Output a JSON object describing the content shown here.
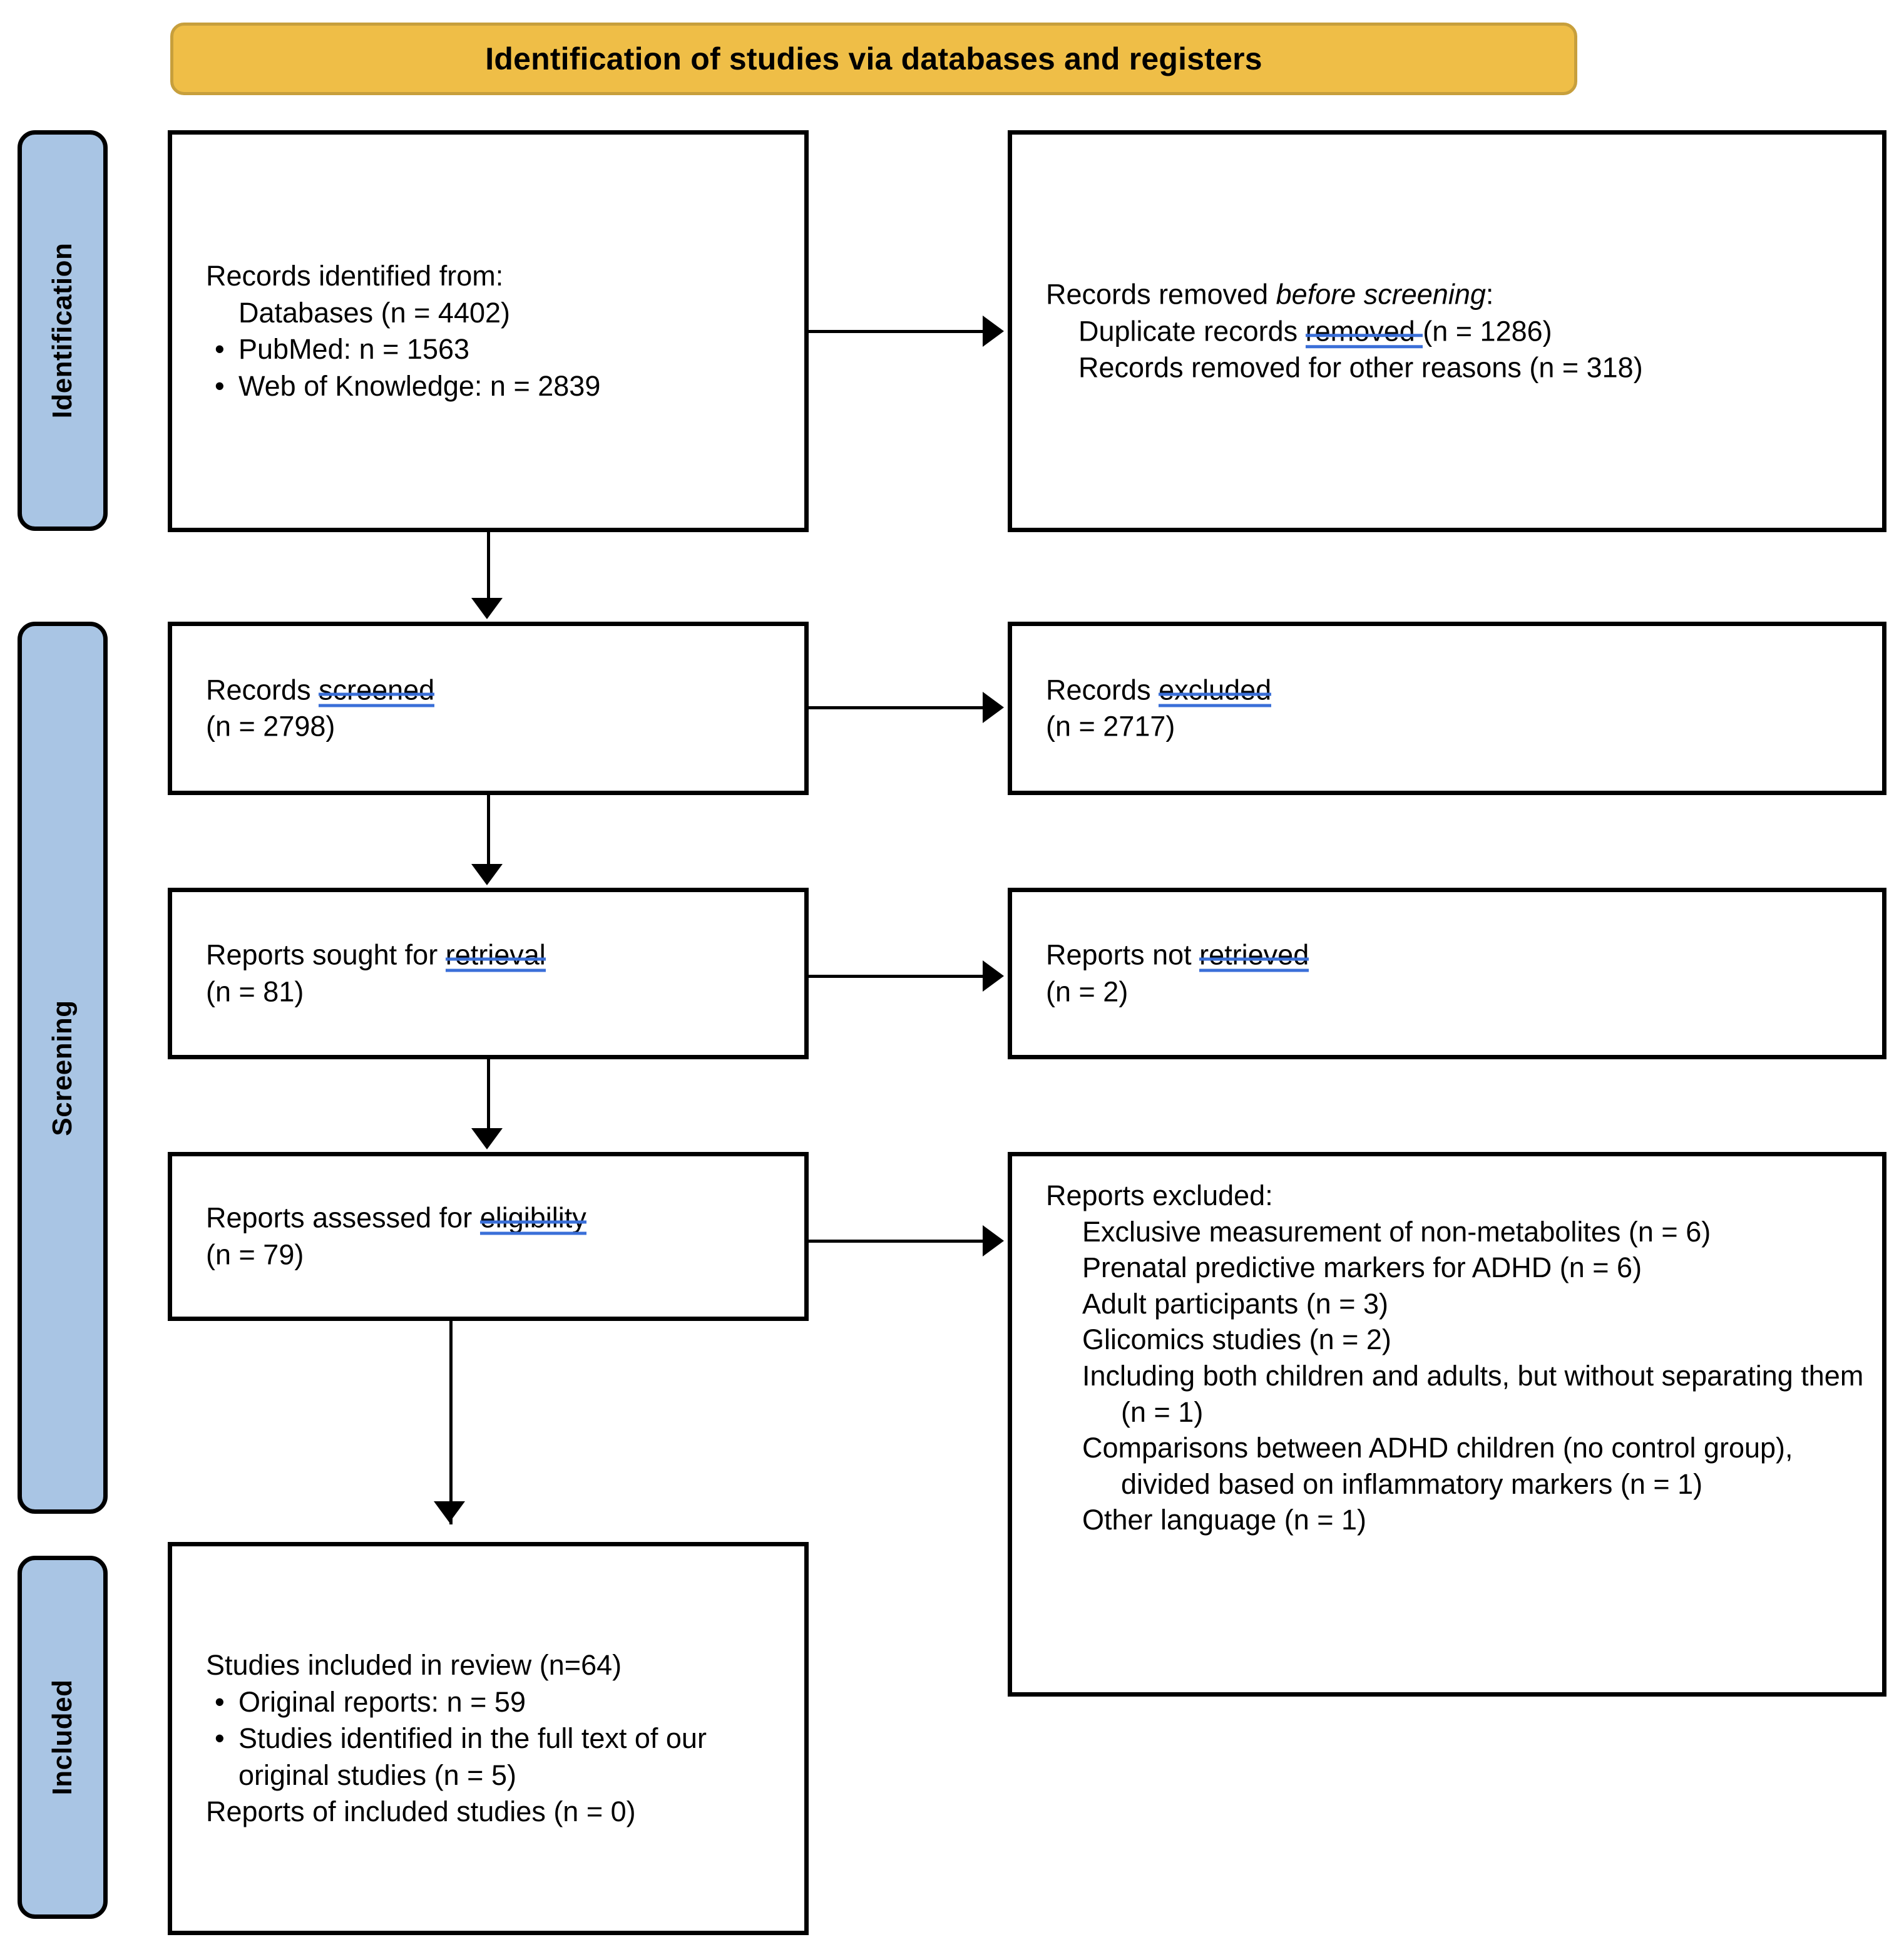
{
  "header": {
    "title": "Identification of studies via databases and registers",
    "fill_color": "#EFBE47",
    "border_color": "#C79F3C"
  },
  "rails": {
    "fill_color": "#A9C5E4",
    "items": [
      {
        "label": "Identification"
      },
      {
        "label": "Screening"
      },
      {
        "label": "Included"
      }
    ]
  },
  "spellcheck_underline_color": "#3A6FD8",
  "boxes": {
    "identified": {
      "line1": "Records identified from:",
      "line2": "Databases (n = 4402)",
      "bullet1": "PubMed: n = 1563",
      "bullet2": "Web of Knowledge: n = 2839",
      "bullet_glyph": "•"
    },
    "removed": {
      "line1_a": "Records removed ",
      "line1_b": "before screening",
      "line1_c": ":",
      "line2_a": "Duplicate records ",
      "line2_b": "removed ",
      "line2_c": "(n = 1286)",
      "line3": "Records removed for other reasons (n = 318)"
    },
    "screened": {
      "line1_a": "Records ",
      "line1_b": "screened",
      "line2": "(n = 2798)"
    },
    "excluded": {
      "line1_a": "Records ",
      "line1_b": "excluded",
      "line2": "(n = 2717)"
    },
    "sought": {
      "line1_a": "Reports sought for ",
      "line1_b": "retrieval",
      "line2": "(n = 81)"
    },
    "not_retrieved": {
      "line1_a": "Reports not ",
      "line1_b": "retrieved",
      "line2": "(n = 2)"
    },
    "assessed": {
      "line1_a": "Reports assessed for ",
      "line1_b": "eligibility",
      "line2": "(n = 79)"
    },
    "reports_excluded": {
      "heading": "Reports excluded:",
      "reasons": [
        "Exclusive measurement of non-metabolites (n = 6)",
        "Prenatal predictive markers for ADHD (n = 6)",
        "Adult participants (n = 3)",
        "Glicomics studies (n = 2)",
        "Including both children and adults, but without separating them (n = 1)",
        "Comparisons between ADHD children (no control group), divided based on inflammatory markers (n = 1)",
        "Other language (n = 1)"
      ]
    },
    "included": {
      "line1": "Studies included in review (n=64)",
      "bullet1": "Original reports: n = 59",
      "bullet2": "Studies identified in the full text of our original studies (n = 5)",
      "line_last": "Reports of included studies (n = 0)",
      "bullet_glyph": "•"
    }
  }
}
